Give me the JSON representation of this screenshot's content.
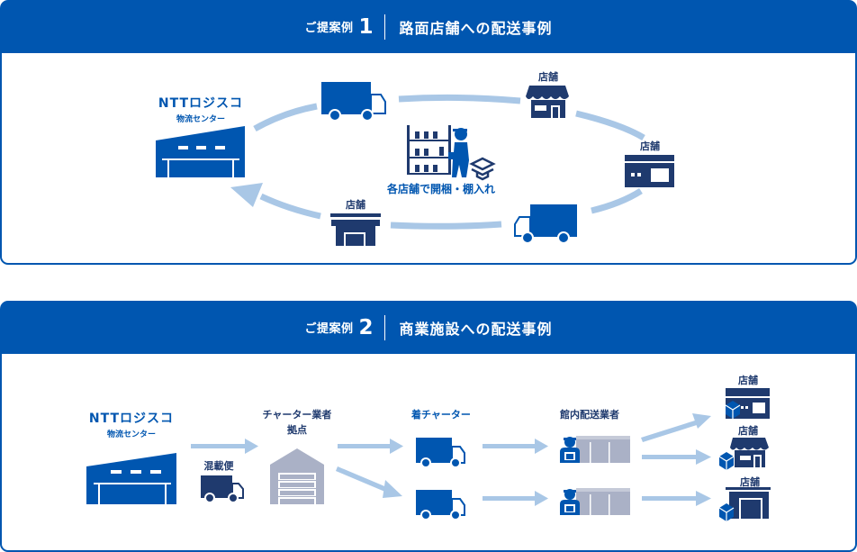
{
  "colors": {
    "brand_blue": "#0056b0",
    "navy": "#1f3a6e",
    "light_arrow": "#a9c7e6",
    "gray_building": "#aab1c6"
  },
  "case1": {
    "label": "ご提案例",
    "number": "1",
    "title": "路面店舗への配送事例",
    "center_name": "NTTロジスコ",
    "center_sub": "物流センター",
    "store_labels": [
      "店舗",
      "店舗",
      "店舗"
    ],
    "worker_caption": "各店舗で開梱・棚入れ",
    "icons": [
      "warehouse-icon",
      "truck-icon",
      "storefront-awning-icon",
      "store-sign-icon",
      "truck-icon",
      "store-shutter-icon",
      "shelf-worker-icon",
      "boxes-icon"
    ]
  },
  "case2": {
    "label": "ご提案例",
    "number": "2",
    "title": "商業施設への配送事例",
    "center_name": "NTTロジスコ",
    "center_sub": "物流センター",
    "mixed_label": "混載便",
    "charter_base_line1": "チャーター業者",
    "charter_base_line2": "拠点",
    "arrival_charter": "着チャーター",
    "in_house_delivery": "館内配送業者",
    "store_labels": [
      "店舗",
      "店舗",
      "店舗"
    ],
    "icons": [
      "warehouse-icon",
      "truck-icon",
      "garage-icon",
      "truck-icon",
      "truck-icon",
      "delivery-worker-icon",
      "store-sign-icon",
      "storefront-awning-icon",
      "store-shutter-icon",
      "package-icon"
    ]
  }
}
